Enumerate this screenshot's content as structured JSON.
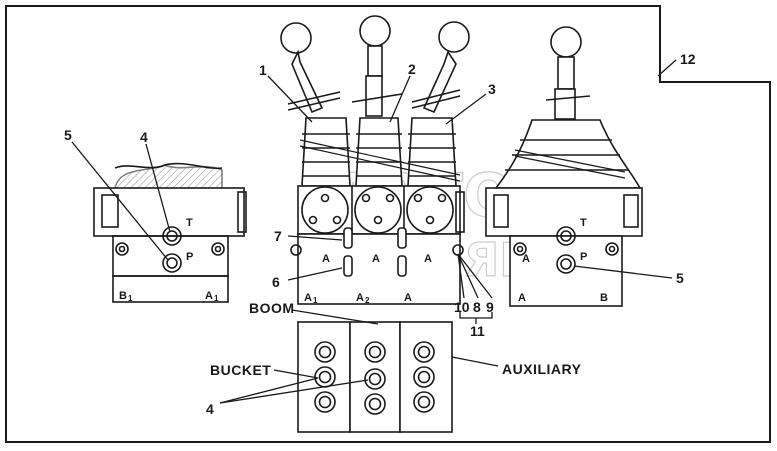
{
  "callouts": {
    "n1": "1",
    "n2": "2",
    "n3": "3",
    "n4_top": "4",
    "n4_bottom": "4",
    "n5_left": "5",
    "n5_right": "5",
    "n6": "6",
    "n7": "7",
    "n8": "8",
    "n9": "9",
    "n10": "10",
    "n11": "11",
    "n12": "12"
  },
  "port_labels": {
    "left_t": "T",
    "left_p": "P",
    "right_t": "T",
    "right_p": "P",
    "b1": "B",
    "b1_sub": "1",
    "a1_left": "A",
    "a1_left_sub": "1",
    "a_center1": "A",
    "a_center2": "A",
    "a_center3": "A",
    "a1_bottom": "A",
    "a1_bottom_sub": "1",
    "a2_bottom": "A",
    "a2_bottom_sub": "2",
    "a_bottom3": "A",
    "right_a_upper": "A",
    "right_a_lower": "A",
    "right_b": "B"
  },
  "function_labels": {
    "boom": "BOOM",
    "bucket": "BUCKET",
    "auxiliary": "AUXILIARY"
  },
  "watermark": {
    "line1": "АВТО",
    "line2": "АЛЬЯНС"
  }
}
